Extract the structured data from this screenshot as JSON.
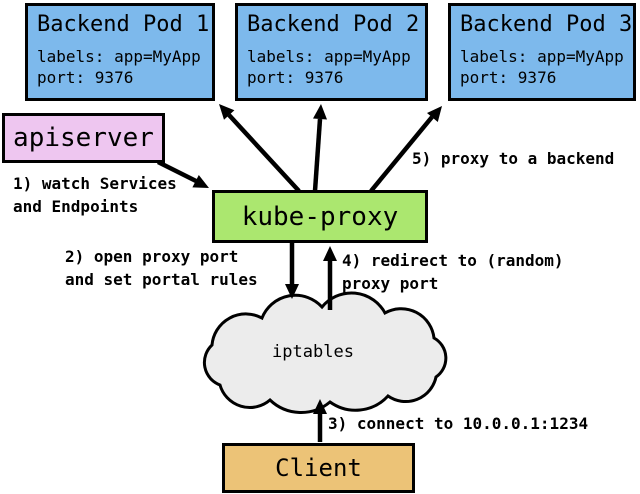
{
  "boxes": {
    "pods": [
      {
        "title": "Backend Pod 1",
        "labels_line": "labels: app=MyApp",
        "port_line": "port: 9376"
      },
      {
        "title": "Backend Pod 2",
        "labels_line": "labels: app=MyApp",
        "port_line": "port: 9376"
      },
      {
        "title": "Backend Pod 3",
        "labels_line": "labels: app=MyApp",
        "port_line": "port: 9376"
      }
    ],
    "apiserver_label": "apiserver",
    "kube_proxy_label": "kube-proxy",
    "iptables_label": "iptables",
    "client_label": "Client"
  },
  "annotations": {
    "step1_line1": "1) watch Services",
    "step1_line2": "and Endpoints",
    "step2_line1": "2) open proxy port",
    "step2_line2": "and set portal rules",
    "step3": "3) connect to 10.0.0.1:1234",
    "step4_line1": "4) redirect to (random)",
    "step4_line2": "proxy port",
    "step5": "5) proxy to a backend"
  },
  "colors": {
    "pod_fill": "#7db9ec",
    "apiserver_fill": "#eec6f0",
    "kube_proxy_fill": "#abe76f",
    "client_fill": "#ecc377",
    "cloud_fill": "#ececec",
    "line": "#000000",
    "background": "#ffffff"
  }
}
